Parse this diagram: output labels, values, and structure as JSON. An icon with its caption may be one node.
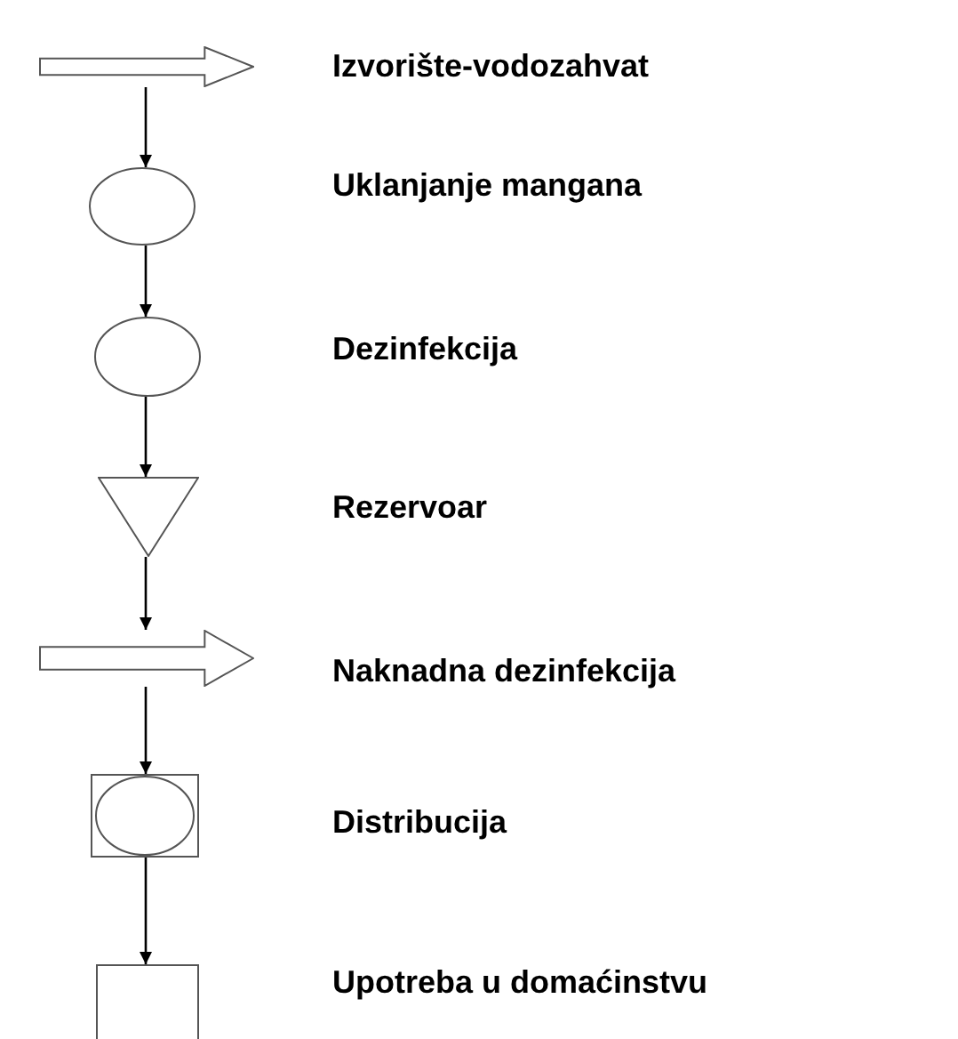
{
  "diagram": {
    "nodes": [
      {
        "text": [],
        "shape": "arrow"
      },
      {
        "text": [],
        "shape": "circle"
      },
      {
        "text": [],
        "shape": "circle"
      },
      {
        "text": [],
        "shape": "triangle"
      },
      {
        "text": [],
        "shape": "arrow"
      },
      {
        "text": [],
        "shape": "box"
      },
      {
        "text": [],
        "shape": "box"
      }
    ],
    "edges": [
      {
        "from": 0,
        "to": 1,
        "arrow": "to"
      },
      {
        "from": 1,
        "to": 2,
        "arrow": "to"
      },
      {
        "from": 2,
        "to": 3,
        "arrow": "to"
      },
      {
        "from": 3,
        "to": 4,
        "arrow": "to"
      },
      {
        "from": 4,
        "to": 5,
        "arrow": "to"
      },
      {
        "from": 5,
        "to": 6,
        "arrow": "to"
      }
    ],
    "labels": [
      "Izvorište-vodozahvat",
      "Uklanjanje mangana",
      "Dezinfekcija",
      "Rezervoar",
      "Naknadna dezinfekcija",
      "Distribucija",
      "Upotreba u domaćinstvu"
    ]
  }
}
